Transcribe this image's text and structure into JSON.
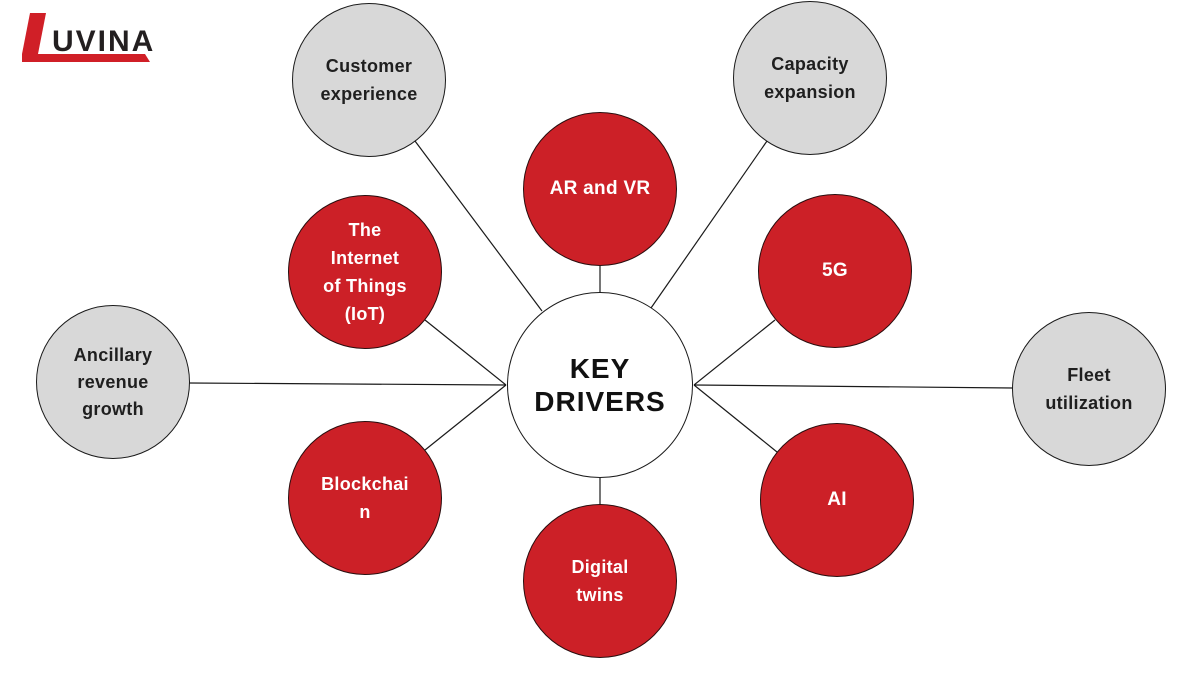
{
  "logo": {
    "brand_text": "UVINA",
    "brand_initial": "L",
    "full_name": "LUVINA"
  },
  "center": {
    "label": [
      "KEY",
      "DRIVERS"
    ]
  },
  "nodes": [
    {
      "id": "customer-experience",
      "label": [
        "Customer",
        "experience"
      ],
      "style": "gray"
    },
    {
      "id": "capacity-expansion",
      "label": [
        "Capacity",
        "expansion"
      ],
      "style": "gray"
    },
    {
      "id": "ar-vr",
      "label": [
        "AR and VR"
      ],
      "style": "red"
    },
    {
      "id": "iot",
      "label": [
        "The",
        "Internet",
        "of Things",
        "(IoT)"
      ],
      "style": "red"
    },
    {
      "id": "5g",
      "label": [
        "5G"
      ],
      "style": "red"
    },
    {
      "id": "ancillary-revenue",
      "label": [
        "Ancillary",
        "revenue",
        "growth"
      ],
      "style": "gray"
    },
    {
      "id": "fleet-utilization",
      "label": [
        "Fleet",
        "utilization"
      ],
      "style": "gray"
    },
    {
      "id": "blockchain",
      "label": [
        "Blockchai",
        "n"
      ],
      "style": "red"
    },
    {
      "id": "ai",
      "label": [
        "AI"
      ],
      "style": "red"
    },
    {
      "id": "digital-twins",
      "label": [
        "Digital",
        "twins"
      ],
      "style": "red"
    }
  ],
  "colors": {
    "red": "#cc2027",
    "gray": "#d8d8d8",
    "outline": "#1a1a1a",
    "text_on_red": "#ffffff",
    "text_on_gray": "#1f1f1f",
    "background": "#ffffff",
    "logo_red": "#d01f27",
    "logo_text": "#231f20"
  }
}
